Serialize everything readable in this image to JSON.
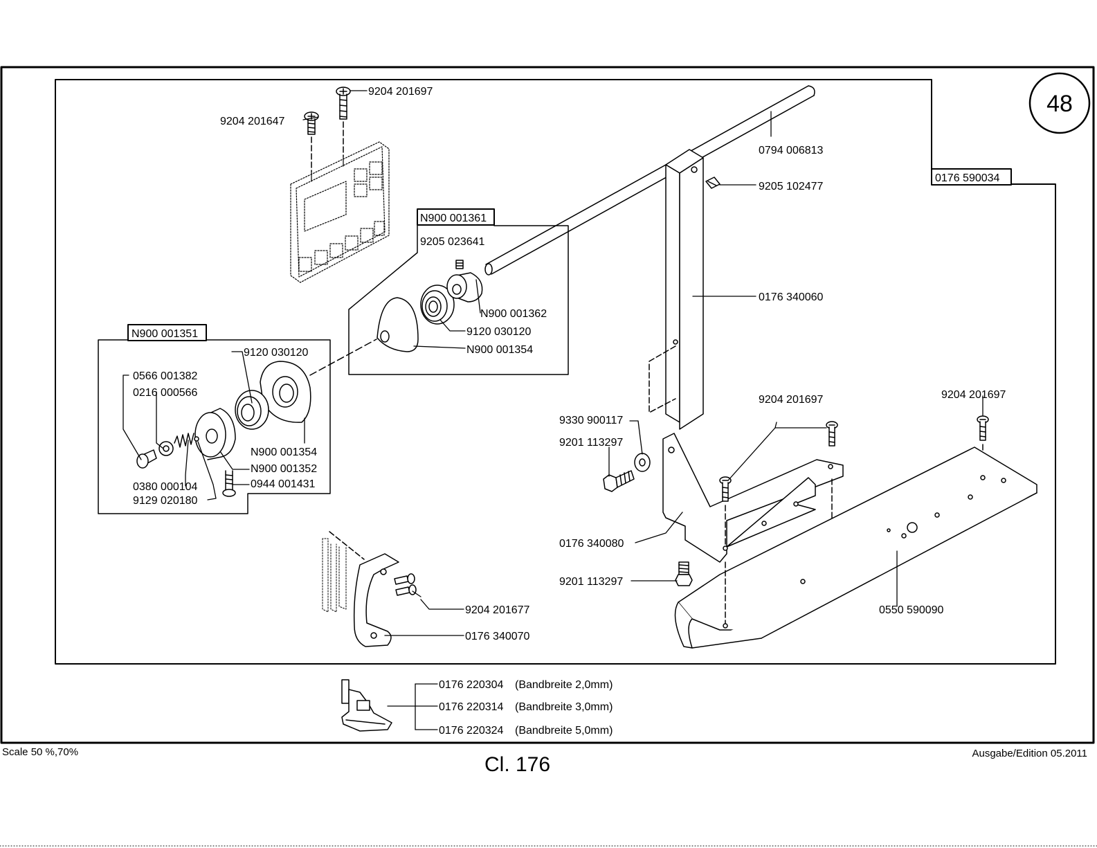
{
  "page_number": "48",
  "kit_labels": {
    "outer_kit": "0176 590034",
    "wheel_kit": "N900 001361",
    "roller_kit": "N900 001351"
  },
  "part_labels": {
    "screw_top_right": "9204 201697",
    "screw_top_left": "9204 201647",
    "rod": "0794 006813",
    "set_screw_post": "9205 102477",
    "set_screw_wheel": "9205 023641",
    "wheel_hub": "N900 001362",
    "bearing_wheel": "9120 030120",
    "wheel_cone": "N900 001354",
    "post": "0176 340060",
    "bearing_roller": "9120 030120",
    "screw_knob": "0566 001382",
    "washer_knob": "0216 000566",
    "roller_cone": "N900 001354",
    "roller_body": "N900 001352",
    "spring": "0380 000104",
    "screw_roller": "0944 001431",
    "pin_roller": "9129 020180",
    "screw_bracket_mid": "9204 201697",
    "screw_plate_right": "9204 201697",
    "washer_bracket": "9330 900117",
    "bolt_bracket_top": "9201 113297",
    "bracket": "0176 340080",
    "bolt_bracket_bottom": "9201 113297",
    "base_plate": "0550 590090",
    "screw_clip": "9204 201677",
    "clip": "0176 340070"
  },
  "presser_feet": [
    {
      "part": "0176 220304",
      "note": "(Bandbreite 2,0mm)"
    },
    {
      "part": "0176 220314",
      "note": "(Bandbreite 3,0mm)"
    },
    {
      "part": "0176 220324",
      "note": "(Bandbreite 5,0mm)"
    }
  ],
  "footer": {
    "scale": "Scale 50 %,70%",
    "class": "Cl. 176",
    "edition": "Ausgabe/Edition 05.2011"
  }
}
